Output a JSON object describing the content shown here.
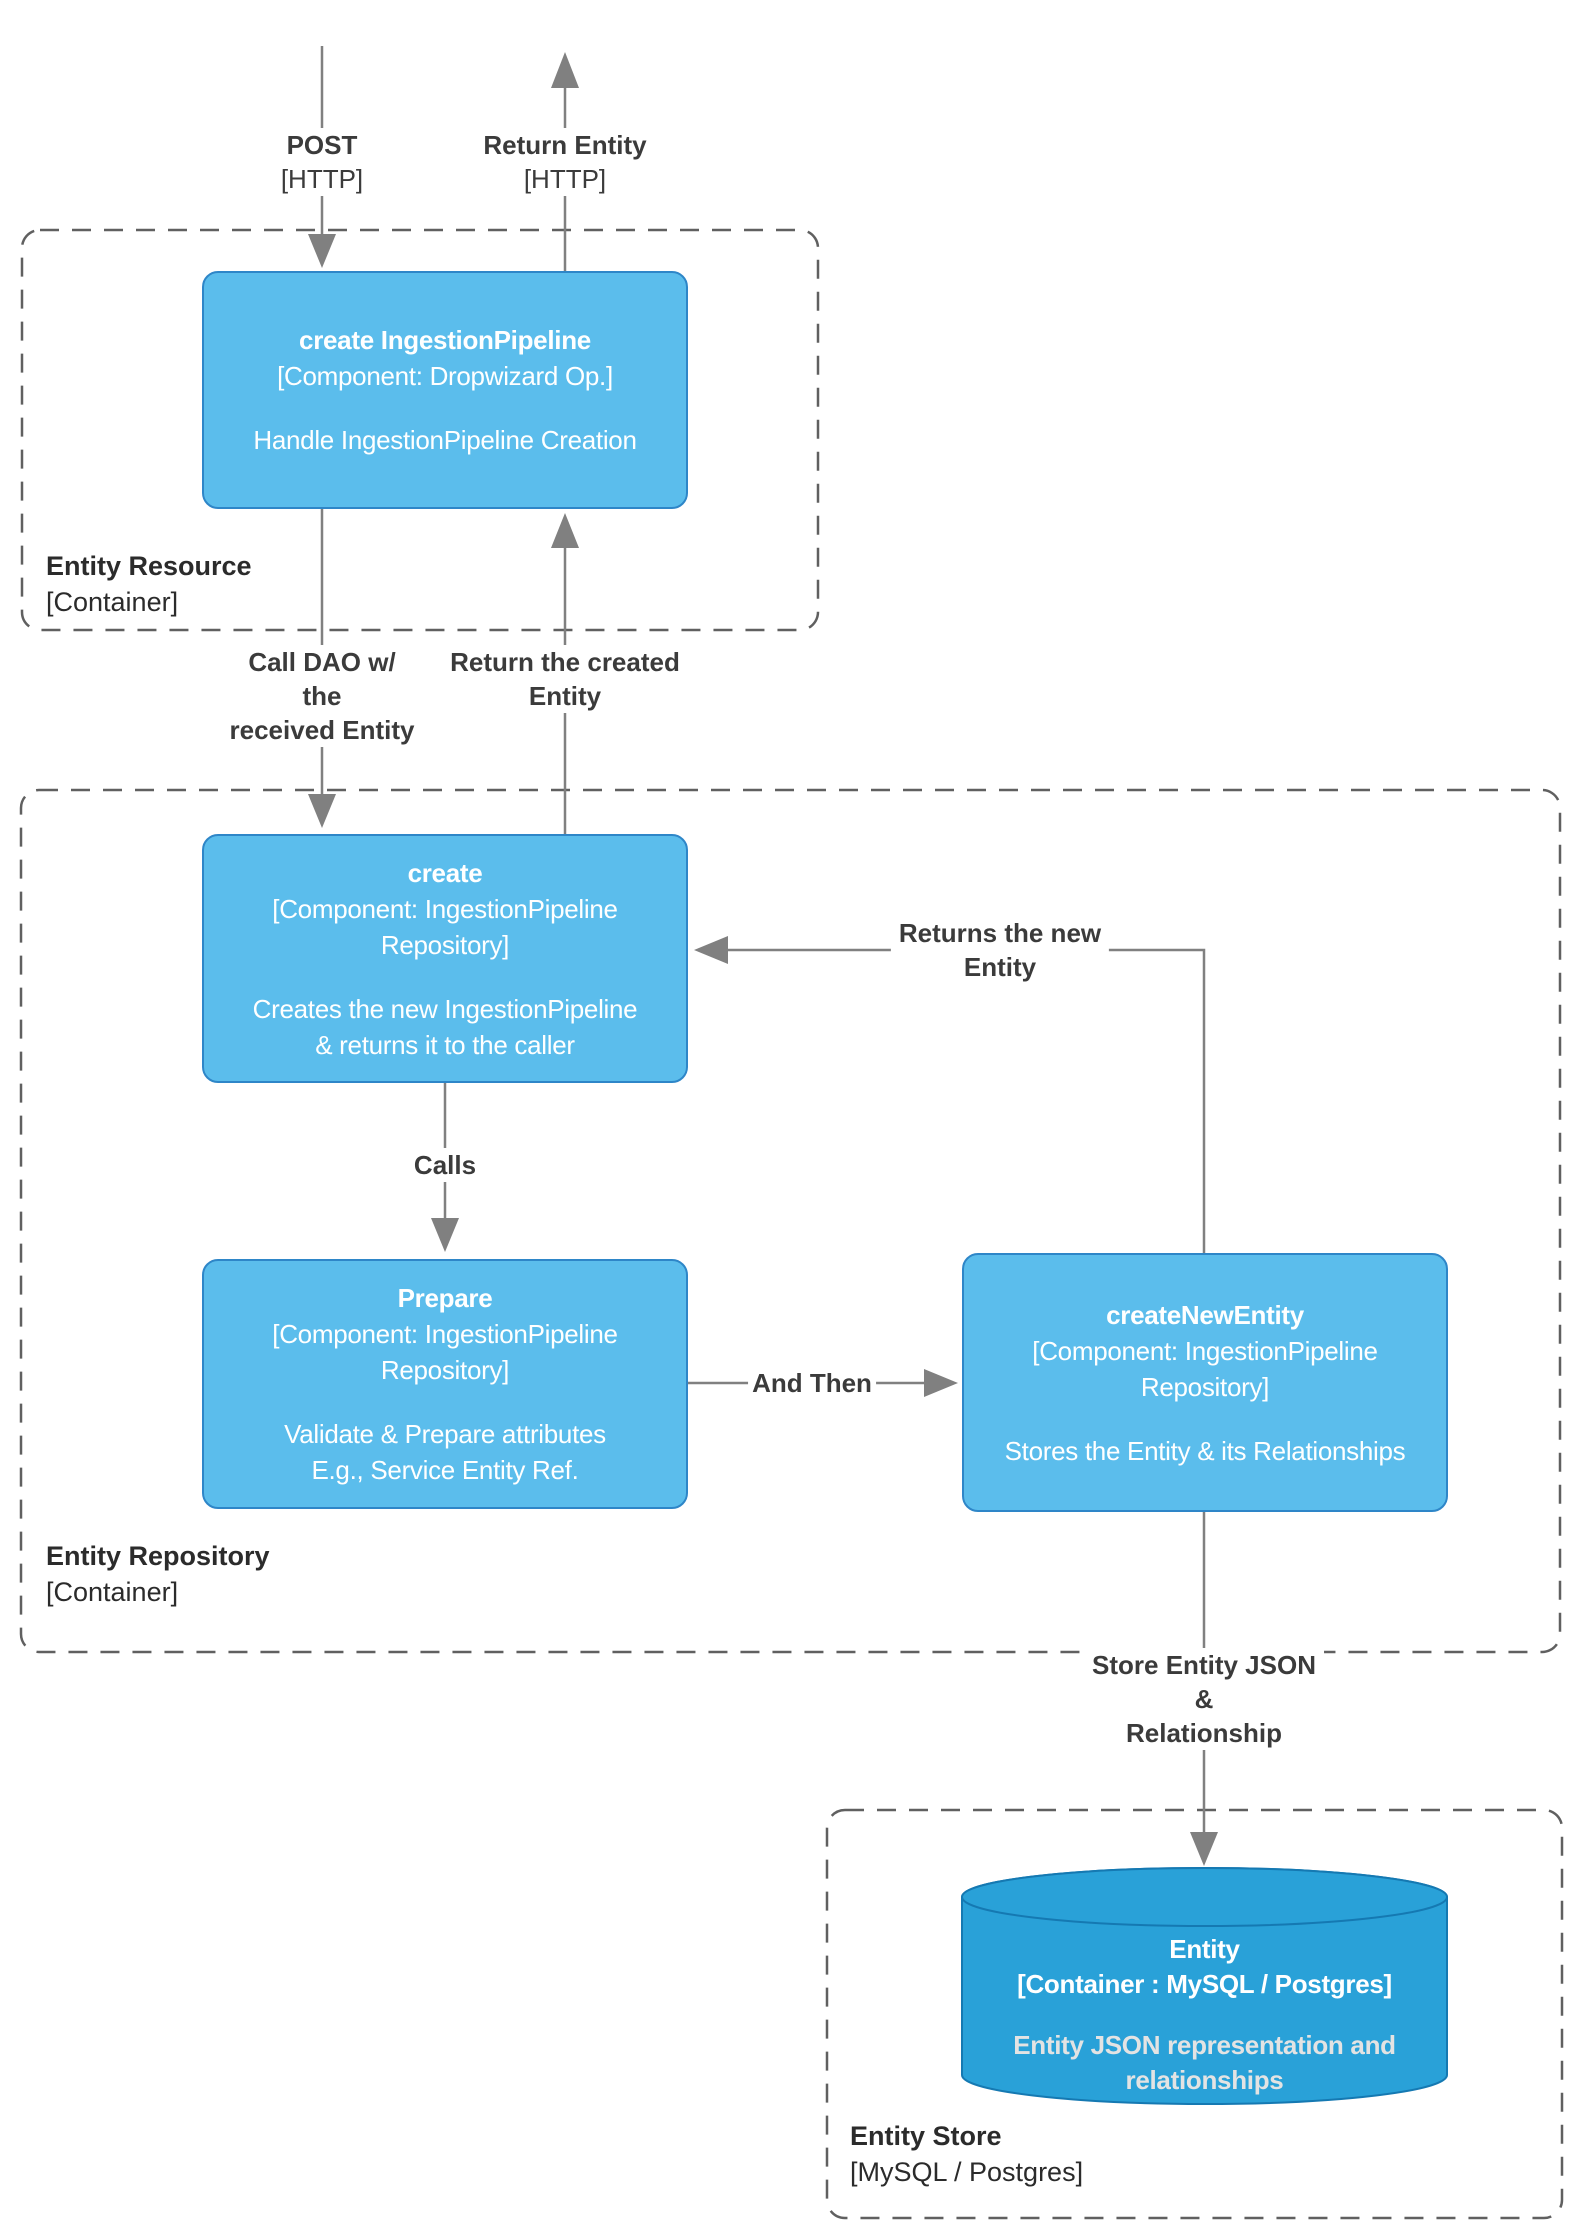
{
  "diagram_title": "IngestionPipeline creation flow (C4 component diagram)",
  "colors": {
    "node_fill": "#5bbdec",
    "node_border": "#2e86c8",
    "cylinder_fill": "#29a1d8",
    "cylinder_border": "#1579b2",
    "line": "#808080",
    "container_border": "#606060",
    "label_text": "#3b3b3b"
  },
  "containers": {
    "resource": {
      "title": "Entity Resource",
      "subtitle": "[Container]"
    },
    "repository": {
      "title": "Entity Repository",
      "subtitle": "[Container]"
    },
    "store": {
      "title": "Entity Store",
      "subtitle": "[MySQL / Postgres]"
    }
  },
  "nodes": {
    "ingestion": {
      "title": "create IngestionPipeline",
      "meta_lines": [
        "[Component: Dropwizard Op.]"
      ],
      "desc_lines": [
        "Handle IngestionPipeline Creation"
      ]
    },
    "create": {
      "title": "create",
      "meta_lines": [
        "[Component: IngestionPipeline",
        "Repository]"
      ],
      "desc_lines": [
        "Creates the new IngestionPipeline",
        "& returns it to the caller"
      ]
    },
    "prepare": {
      "title": "Prepare",
      "meta_lines": [
        "[Component: IngestionPipeline",
        "Repository]"
      ],
      "desc_lines": [
        "Validate & Prepare attributes",
        "E.g., Service Entity Ref."
      ]
    },
    "createNewEntity": {
      "title": "createNewEntity",
      "meta_lines": [
        "[Component: IngestionPipeline",
        "Repository]"
      ],
      "desc_lines": [
        "Stores the Entity & its Relationships"
      ]
    },
    "entityDb": {
      "title": "Entity",
      "meta_lines": [
        "[Container : MySQL / Postgres]"
      ],
      "desc_lines": [
        "Entity JSON representation and",
        "relationships"
      ]
    }
  },
  "edges": {
    "post": {
      "lines": [
        "POST",
        "[HTTP]"
      ]
    },
    "returnEntity": {
      "lines": [
        "Return Entity",
        "[HTTP]"
      ]
    },
    "callDao": {
      "lines": [
        "Call DAO w/",
        "the",
        "received Entity"
      ]
    },
    "returnCreated": {
      "lines": [
        "Return the created",
        "Entity"
      ]
    },
    "calls": {
      "lines": [
        "Calls"
      ]
    },
    "andThen": {
      "lines": [
        "And Then"
      ]
    },
    "returnsNew": {
      "lines": [
        "Returns the new",
        "Entity"
      ]
    },
    "storeJson": {
      "lines": [
        "Store Entity JSON",
        "&",
        "Relationship"
      ]
    }
  }
}
